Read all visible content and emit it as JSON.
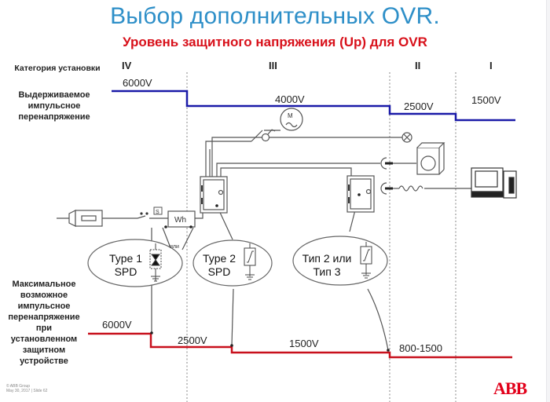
{
  "slide": {
    "title": "Выбор дополнительных OVR.",
    "subtitle": "Уровень защитного напряжения (Up) для OVR",
    "footer_line1": "© ABB Group",
    "footer_line2": "May 30, 2017 | Slide 62",
    "logo": "ABB"
  },
  "colors": {
    "title": "#2e8fc8",
    "subtitle": "#d8101a",
    "withstand_line": "#1a1aa8",
    "protected_line": "#c8101c",
    "logo": "#e2001a"
  },
  "labels": {
    "installation_category": "Категория установки",
    "withstand_voltage": [
      "Выдерживаемое",
      "импульсное",
      "перенапряжение"
    ],
    "max_overvoltage": [
      "Максимальное",
      "возможное",
      "импульсное",
      "перенапряжение",
      "при",
      "установленном",
      "защитном",
      "устройстве"
    ]
  },
  "categories": [
    {
      "name": "IV",
      "withstand": "6000V",
      "protected": "6000V"
    },
    {
      "name": "III",
      "withstand": "4000V",
      "protected": "2500V"
    },
    {
      "name": "II",
      "withstand": "2500V",
      "protected": "1500V"
    },
    {
      "name": "I",
      "withstand": "1500V",
      "protected": "800-1500"
    }
  ],
  "devices": {
    "meter": "Wh",
    "or_label": "или",
    "motor": "M",
    "breaker": "S",
    "spd1": [
      "Type 1",
      "SPD"
    ],
    "spd2": [
      "Type 2",
      "SPD"
    ],
    "spd3": [
      "Тип 2 или",
      "Тип 3"
    ]
  },
  "icons": [
    "motor-icon",
    "lamp-icon",
    "switch-icon",
    "socket-icon",
    "washing-machine-icon",
    "computer-icon",
    "fuse-icon",
    "meter-icon",
    "surge-arrester-icon",
    "varistor-icon",
    "ground-icon",
    "cabinet-icon"
  ]
}
